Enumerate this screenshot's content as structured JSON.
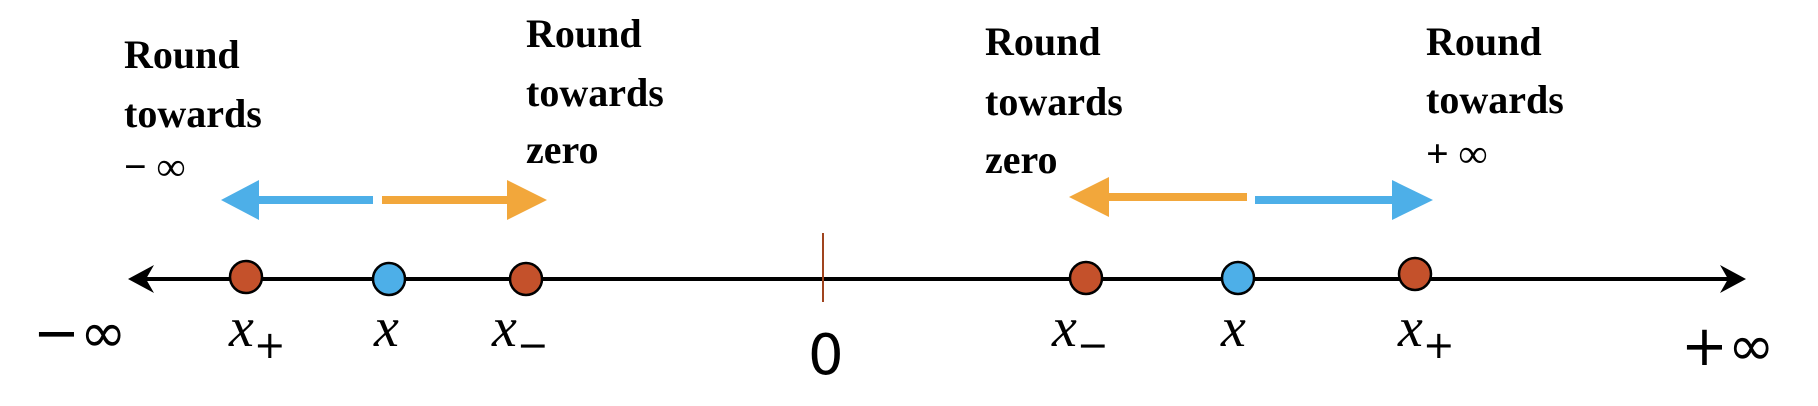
{
  "colors": {
    "blue": "#4DAFE8",
    "orange": "#F2A73B",
    "point": "#C4512B",
    "zero_tick": "#A0441E",
    "axis": "#000000"
  },
  "axis": {
    "left_label": "−∞",
    "right_label": "+∞",
    "zero_label": "0"
  },
  "left_group": {
    "captions": [
      {
        "lines": [
          "Round",
          "towards",
          "− ∞"
        ]
      },
      {
        "lines": [
          "Round",
          "towards",
          "zero"
        ]
      }
    ],
    "points": [
      {
        "symbol": "x",
        "sub": "+"
      },
      {
        "symbol": "x",
        "sub": ""
      },
      {
        "symbol": "x",
        "sub": "−"
      }
    ]
  },
  "right_group": {
    "captions": [
      {
        "lines": [
          "Round",
          "towards",
          "zero"
        ]
      },
      {
        "lines": [
          "Round",
          "towards",
          "+ ∞"
        ]
      }
    ],
    "points": [
      {
        "symbol": "x",
        "sub": "−"
      },
      {
        "symbol": "x",
        "sub": ""
      },
      {
        "symbol": "x",
        "sub": "+"
      }
    ]
  }
}
